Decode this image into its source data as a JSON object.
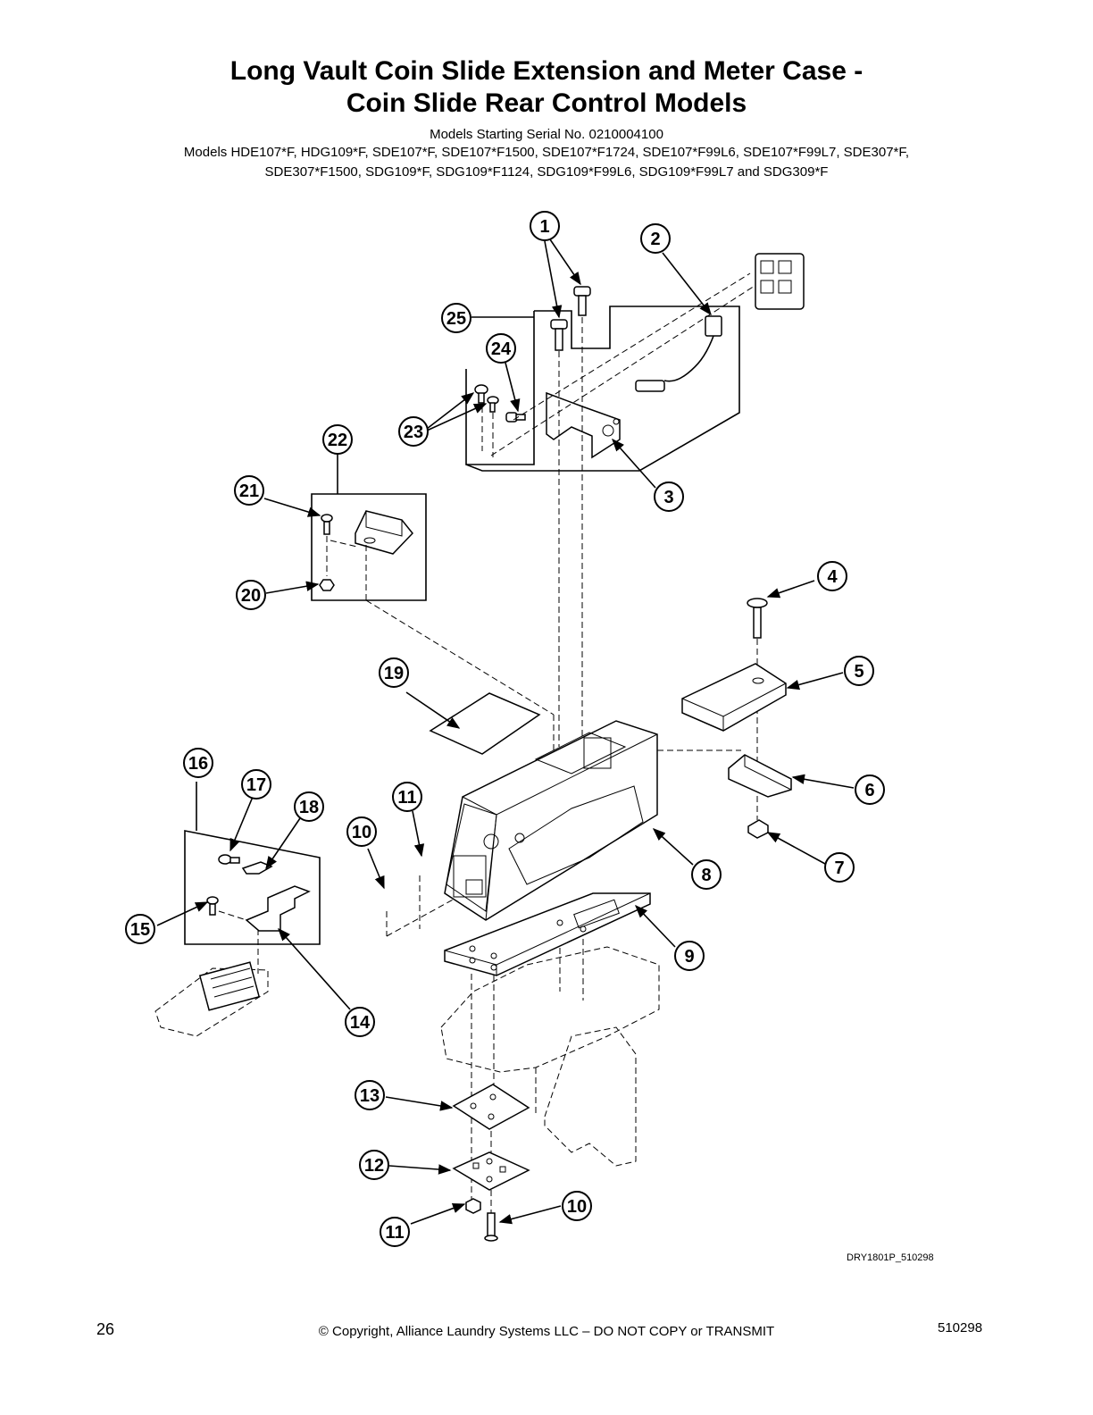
{
  "header": {
    "title_line1": "Long Vault Coin Slide Extension and Meter Case -",
    "title_line2": "Coin Slide Rear Control Models",
    "serial": "Models Starting Serial No. 0210004100",
    "models_line1": "Models HDE107*F, HDG109*F, SDE107*F, SDE107*F1500, SDE107*F1724, SDE107*F99L6, SDE107*F99L7, SDE307*F,",
    "models_line2": "SDE307*F1500, SDG109*F, SDG109*F1124, SDG109*F99L6, SDG109*F99L7 and SDG309*F"
  },
  "diagram": {
    "callouts": [
      "1",
      "2",
      "3",
      "4",
      "5",
      "6",
      "7",
      "8",
      "9",
      "10",
      "10",
      "11",
      "11",
      "12",
      "13",
      "14",
      "15",
      "16",
      "17",
      "18",
      "19",
      "20",
      "21",
      "22",
      "23",
      "24",
      "25"
    ],
    "drawing_code": "DRY1801P_510298"
  },
  "footer": {
    "page_number": "26",
    "copyright": "© Copyright, Alliance Laundry Systems LLC – DO NOT COPY or TRANSMIT",
    "doc_number": "510298"
  }
}
